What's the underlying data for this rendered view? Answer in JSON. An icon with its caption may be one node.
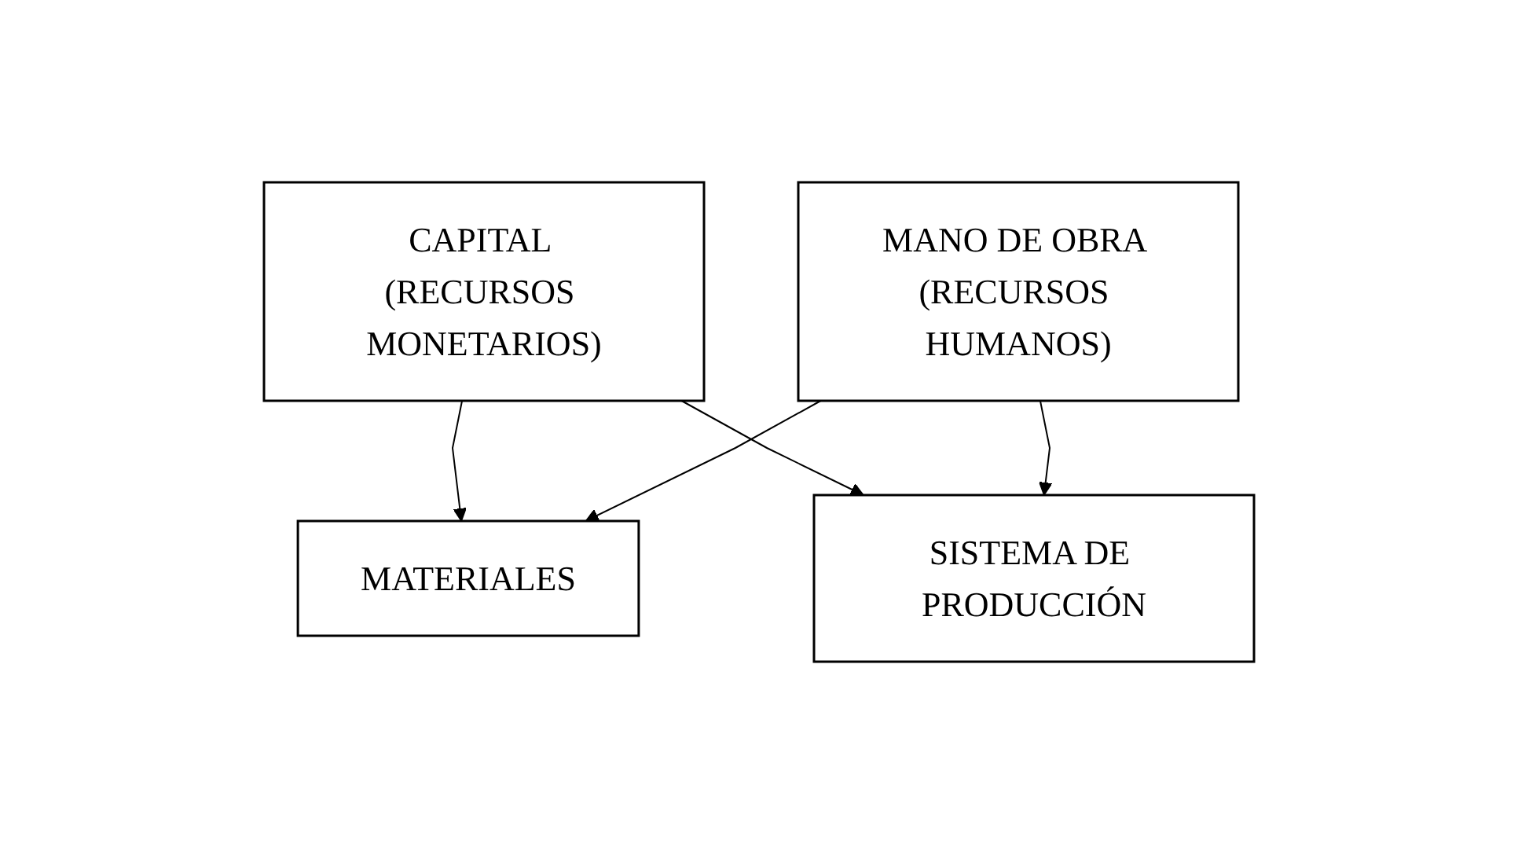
{
  "diagram": {
    "nodes": [
      {
        "text": [
          "CAPITAL (RECURSOS MONETARIOS)"
        ]
      },
      {
        "text": [
          "MANO DE OBRA (RECURSOS HUMANOS)"
        ]
      },
      {
        "text": [
          "MATERIALES"
        ]
      },
      {
        "text": [
          "SISTEMA DE PRODUCCIÓN"
        ]
      }
    ],
    "edges": [
      {
        "from": 0,
        "to": 2,
        "arrow": "to"
      },
      {
        "from": 1,
        "to": 2,
        "arrow": "to"
      },
      {
        "from": 0,
        "to": 3,
        "arrow": "to"
      },
      {
        "from": 1,
        "to": 3,
        "arrow": "to"
      }
    ]
  }
}
